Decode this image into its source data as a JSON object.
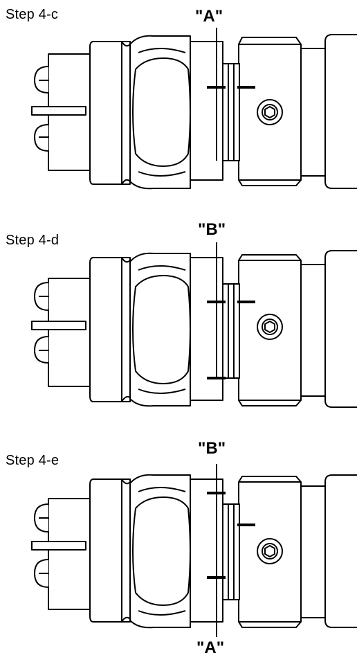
{
  "steps": [
    {
      "label": "Step 4-c",
      "marker_top": "\"A\"",
      "marker_bottom": ""
    },
    {
      "label": "Step 4-d",
      "marker_top": "\"B\"",
      "marker_bottom": ""
    },
    {
      "label": "Step 4-e",
      "marker_top": "\"B\"",
      "marker_bottom": "\"A\""
    }
  ],
  "colors": {
    "line": "#000000",
    "fill": "#ffffff"
  }
}
